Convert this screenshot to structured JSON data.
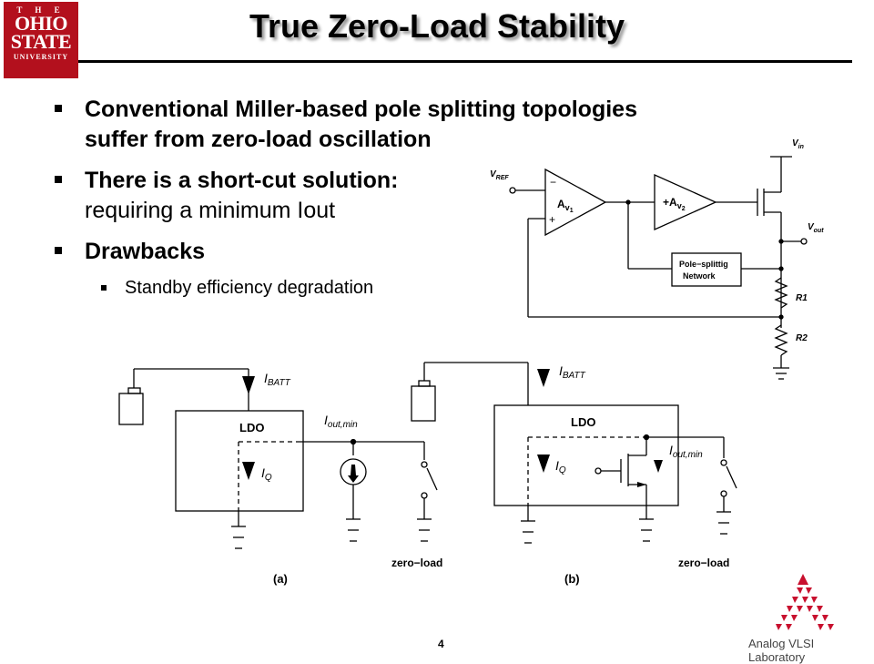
{
  "logo": {
    "line1": "T H E",
    "line2": "OHIO",
    "line3": "STATE",
    "line4": "UNIVERSITY"
  },
  "slide": {
    "title": "True Zero-Load Stability",
    "bullets": [
      {
        "line1": "Conventional Miller-based pole splitting topologies",
        "line2": "suffer from zero-load oscillation"
      },
      {
        "line1": "There is a short-cut solution:",
        "line2": "requiring a minimum Iout"
      },
      {
        "line1": "Drawbacks"
      }
    ],
    "sub_bullets": [
      "Standby efficiency degradation"
    ],
    "page_number": "4",
    "lab_name": "Analog VLSI Laboratory"
  },
  "circuit_top": {
    "vref": "V",
    "vref_sub": "REF",
    "vin": "V",
    "vin_sub": "in",
    "vout": "V",
    "vout_sub": "out",
    "minus": "−",
    "plus": "+",
    "amp1": "A",
    "amp1_sub": "v",
    "amp1_subsub": "1",
    "amp2": "+A",
    "amp2_sub": "v",
    "amp2_subsub": "2",
    "network_line1": "Pole−splittig",
    "network_line2": "Network",
    "r1": "R1",
    "r2": "R2"
  },
  "circuit_bottom": {
    "ibatt_a": "I",
    "ibatt_a_sub": "BATT",
    "ibatt_b": "I",
    "ibatt_b_sub": "BATT",
    "ldo_a": "LDO",
    "ldo_b": "LDO",
    "iout_a": "I",
    "iout_a_sub": "out,min",
    "iout_b": "I",
    "iout_b_sub": "out,min",
    "iq_a": "I",
    "iq_a_sub": "Q",
    "iq_b": "I",
    "iq_b_sub": "Q",
    "zero_load_a": "zero−load",
    "zero_load_b": "zero−load",
    "caption_a": "(a)",
    "caption_b": "(b)"
  }
}
